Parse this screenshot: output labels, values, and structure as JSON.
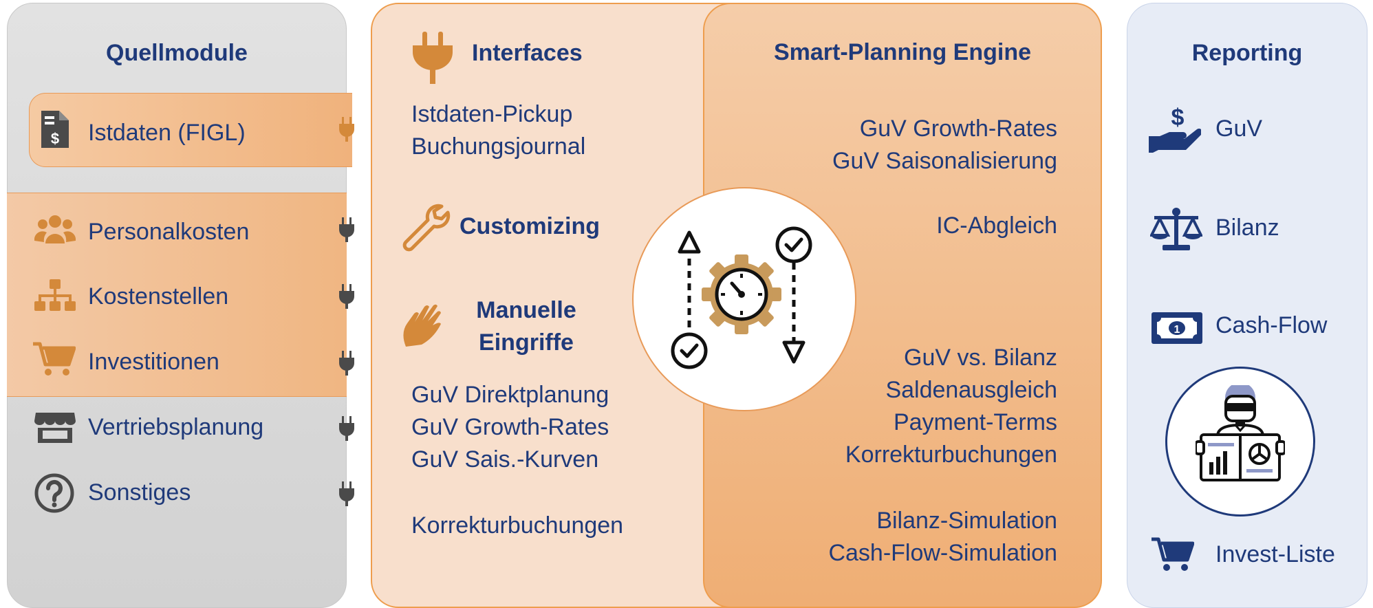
{
  "colors": {
    "navy": "#1f3a7a",
    "orange": "#d4893a",
    "dark_gray": "#4a4a4a",
    "peach": "#f8dfcc",
    "engine_orange": "#efae74",
    "report_bg": "#e7ecf6"
  },
  "source_modules": {
    "title": "Quellmodule",
    "items": [
      {
        "label": "Istdaten (FIGL)",
        "icon": "invoice-dollar-icon"
      },
      {
        "label": "Personalkosten",
        "icon": "users-icon"
      },
      {
        "label": "Kostenstellen",
        "icon": "sitemap-icon"
      },
      {
        "label": "Investitionen",
        "icon": "cart-icon"
      },
      {
        "label": "Vertriebsplanung",
        "icon": "store-icon"
      },
      {
        "label": "Sonstiges",
        "icon": "question-circle-icon"
      }
    ]
  },
  "interfaces": {
    "title": "Interfaces",
    "items": [
      "Istdaten-Pickup",
      "Buchungsjournal"
    ],
    "customizing_title": "Customizing",
    "manual_title_line1": "Manuelle",
    "manual_title_line2": "Eingriffe",
    "manual_items": [
      "GuV Direktplanung",
      "GuV Growth-Rates",
      "GuV Sais.-Kurven"
    ],
    "corrections": "Korrekturbuchungen"
  },
  "engine": {
    "title": "Smart-Planning Engine",
    "group1": [
      "GuV Growth-Rates",
      "GuV Saisonalisierung"
    ],
    "group2": [
      "IC-Abgleich"
    ],
    "group3": [
      "GuV vs. Bilanz",
      "Saldenausgleich",
      "Payment-Terms",
      "Korrekturbuchungen"
    ],
    "group4": [
      "Bilanz-Simulation",
      "Cash-Flow-Simulation"
    ]
  },
  "reporting": {
    "title": "Reporting",
    "items": [
      {
        "label": "GuV",
        "icon": "hand-dollar-icon"
      },
      {
        "label": "Bilanz",
        "icon": "balance-scale-icon"
      },
      {
        "label": "Cash-Flow",
        "icon": "banknote-icon"
      },
      {
        "label": "Invest-Liste",
        "icon": "cart-icon"
      }
    ]
  }
}
